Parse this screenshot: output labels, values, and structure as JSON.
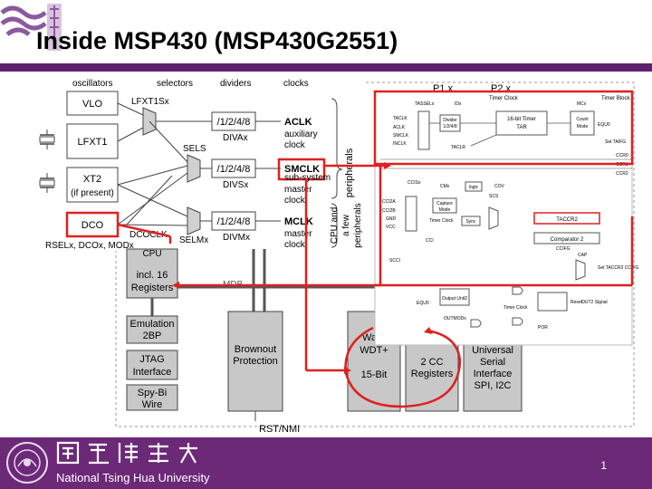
{
  "slide": {
    "title": "Inside MSP430 (MSP430G2551)",
    "page_number": "1"
  },
  "colors": {
    "title_bar": "#5f1f6e",
    "footer": "#6b2978",
    "highlight": "#e02020"
  },
  "diagram": {
    "column_headers": {
      "oscillators": "oscillators",
      "selectors": "selectors",
      "dividers": "dividers",
      "clocks": "clocks"
    },
    "sources": {
      "vlo": "VLO",
      "lfxt1": "LFXT1",
      "xt2": "XT2",
      "xt2_note": "(if present)",
      "dco": "DCO"
    },
    "signals": {
      "lfxt1s": "LFXT1Sx",
      "sels": "SELS",
      "selm": "SELMx",
      "dcoclk": "DCOCLK",
      "dco_bits": "RSELx, DCOx, MODx"
    },
    "dividers": {
      "div_a": "/1/2/4/8",
      "div_a_label": "DIVAx",
      "div_s": "/1/2/4/8",
      "div_s_label": "DIVSx",
      "div_m": "/1/2/4/8",
      "div_m_label": "DIVMx"
    },
    "clocks": {
      "aclk": "ACLK",
      "aclk_desc1": "auxiliary",
      "aclk_desc2": "clock",
      "smclk": "SMCLK",
      "smclk_desc1": "sub-system",
      "smclk_desc2": "master",
      "smclk_desc3": "clock",
      "mclk": "MCLK",
      "mclk_desc1": "master",
      "mclk_desc2": "clock"
    },
    "side_labels": {
      "peripherals": "peripherals",
      "cpu_peripherals_1": "CPU and",
      "cpu_peripherals_2": "a few",
      "cpu_peripherals_3": "peripherals"
    },
    "blocks": {
      "cpu": "CPU",
      "cpu_incl": "incl. 16",
      "registers": "Registers",
      "mdb": "MDB",
      "emulation_1": "Emulation",
      "emulation_2": "2BP",
      "jtag_1": "JTAG",
      "jtag_2": "Interface",
      "spybi_1": "Spy-Bi",
      "spybi_2": "Wire",
      "brownout_1": "Brownout",
      "brownout_2": "Protection",
      "wdt_1": "Watchdog",
      "wdt_2": "WDT+",
      "wdt_3": "15-Bit",
      "cc_1": "2 CC",
      "cc_2": "Registers",
      "usi_1": "Universal",
      "usi_2": "Serial",
      "usi_3": "Interface",
      "usi_4": "SPI, I2C",
      "rst": "RST/NMI",
      "p1": "P1.x",
      "p2": "P2.x"
    },
    "timer_detail": {
      "timer_clock": "Timer Clock",
      "timer_block": "Timer Block",
      "mcx": "MCx",
      "idx": "IDx",
      "divider": "Divider",
      "divider_sub": "1/2/4/8",
      "counter_1": "16-bit Timer",
      "counter_2": "TAR",
      "count_1": "Count",
      "count_2": "Mode",
      "equ0": "EQU0",
      "set_taifg": "Set TAIFG",
      "tassel": "TASSELx",
      "taclk": "TACLK",
      "aclk": "ACLK",
      "smclk": "SMCLK",
      "inclk": "INCLK",
      "taclr": "TACLR",
      "ccr0": "CCR0",
      "ccr1": "CCR1",
      "ccr2": "CCR2",
      "ccis": "CCISx",
      "cmx": "CMx",
      "logic": "logic",
      "cov": "COV",
      "scs": "SCS",
      "ccixa": "CCI2A",
      "ccixb": "CCI2B",
      "gnd": "GND",
      "vcc": "VCC",
      "capture_1": "Capture",
      "capture_2": "Mode",
      "timer_clock_2": "Timer Clock",
      "sync": "Sync",
      "taccr2": "TACCR2",
      "comparator": "Comparator 2",
      "ccifg": "CCIFG",
      "ccl": "CCI",
      "scci": "SCCI",
      "cap": "CAP",
      "outmod": "Output Unit2",
      "out_signal": "OUT2 Signal",
      "set_ccifg": "Set TACCR2 CCIFG",
      "reset": "Reset",
      "por": "POR",
      "equ0_b": "EQU0",
      "outmodx": "OUTMODx",
      "timer_clock_3": "Timer Clock"
    }
  }
}
